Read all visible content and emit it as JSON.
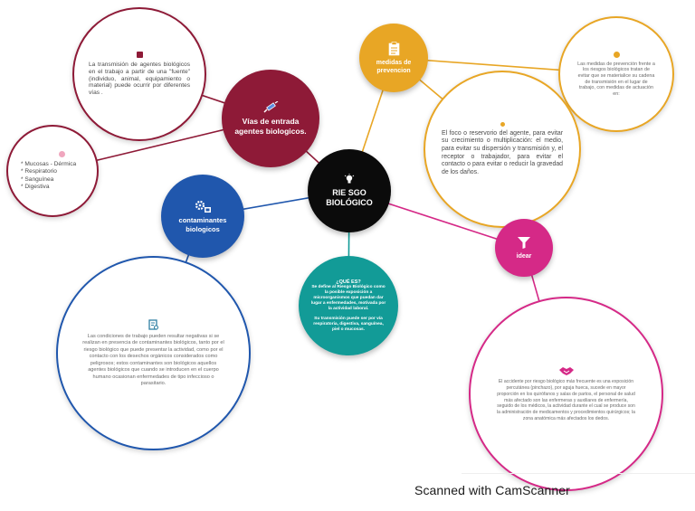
{
  "nodes": {
    "center": {
      "title": "RIE SGO\nBIOLÓGICO"
    },
    "vias": {
      "title": "Vías de entrada agentes biologicos."
    },
    "medidas": {
      "title": "medidas de prevencion"
    },
    "contaminantes": {
      "title": "contaminantes biologicos"
    },
    "idear": {
      "title": "idear"
    },
    "quees": {
      "heading": "¿QUÉ ES?",
      "body1": "Se define al Riesgo Biológico como la posible exposición a microorganismos que puedan dar lugar a enfermedades, motivada por la actividad laboral.",
      "body2": "Su transmisión puede ser por vía respiratoria, digestiva, sanguínea, piel o mucosas."
    },
    "transmision": {
      "text": "La transmisión de agentes biológicos en el trabajo a partir de una \"fuente\" (individuo, animal, equipamiento o material) puede ocurrir por diferentes vías ."
    },
    "vias_detail": {
      "items": [
        "* Mucosas - Dérmica",
        "* Respiratorio",
        "* Sanguínea",
        "* Digestiva"
      ]
    },
    "med_small": {
      "text": "Las medidas de prevención frente a los riesgos biológicos tratan de evitar que se materialice su cadena de transmisión en el lugar de trabajo, con medidas de actuación en:"
    },
    "foco": {
      "text": "El foco o reservorio del agente, para evitar su crecimiento o multiplicación: el medio, para evitar su dispersión y transmisión y, el receptor o trabajador, para evitar el contacto o para evitar o reducir la gravedad de los daños."
    },
    "cond": {
      "text": "Las condiciones de trabajo pueden resultar negativas si se realizan en presencia de contaminantes biológicos, tanto por el riesgo biológico que puede presentar la actividad, como por el contacto con los desechos orgánicos considerados como peligrosos; estos contaminantes son biológicos aquellos agentes biológicos que cuando se introducen en el cuerpo humano ocasionan enfermedades de tipo infeccioso o parasitario."
    },
    "accidente": {
      "text": "El accidente por riesgo biológico más frecuente es una exposición percutánea (pinchazo), por aguja hueca, sucede en mayor proporción en los quirófanos y salas de partos, el personal de salud más afectado son las enfermeras y auxiliares de enfermería, seguido de los médicos, la actividad durante el cual se produce son la administración de medicamentos y procedimientos quirúrgicos; la zona anatómica más afectados los dedos."
    }
  },
  "footer": {
    "text": "Scanned with CamScanner"
  },
  "colors": {
    "center": "#0b0b0b",
    "vias": "#8e1a37",
    "medidas": "#e8a625",
    "contaminantes": "#2057ad",
    "quees": "#129b97",
    "idear": "#d52987"
  },
  "icons": {
    "vias": "syringe-icon",
    "medidas": "clipboard-icon",
    "contaminantes": "gears-icon",
    "center": "lightbulb-icon",
    "idear": "funnel-icon",
    "cond": "document-search-icon",
    "accidente": "handshake-icon"
  }
}
